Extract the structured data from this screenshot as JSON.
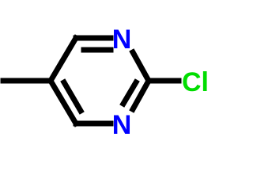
{
  "molecule": {
    "atoms": {
      "n1": {
        "symbol": "N",
        "color": "#0000ff"
      },
      "n3": {
        "symbol": "N",
        "color": "#0000ff"
      },
      "cl": {
        "symbol": "Cl",
        "color": "#00dd00"
      }
    },
    "bond_color": "#000000"
  }
}
